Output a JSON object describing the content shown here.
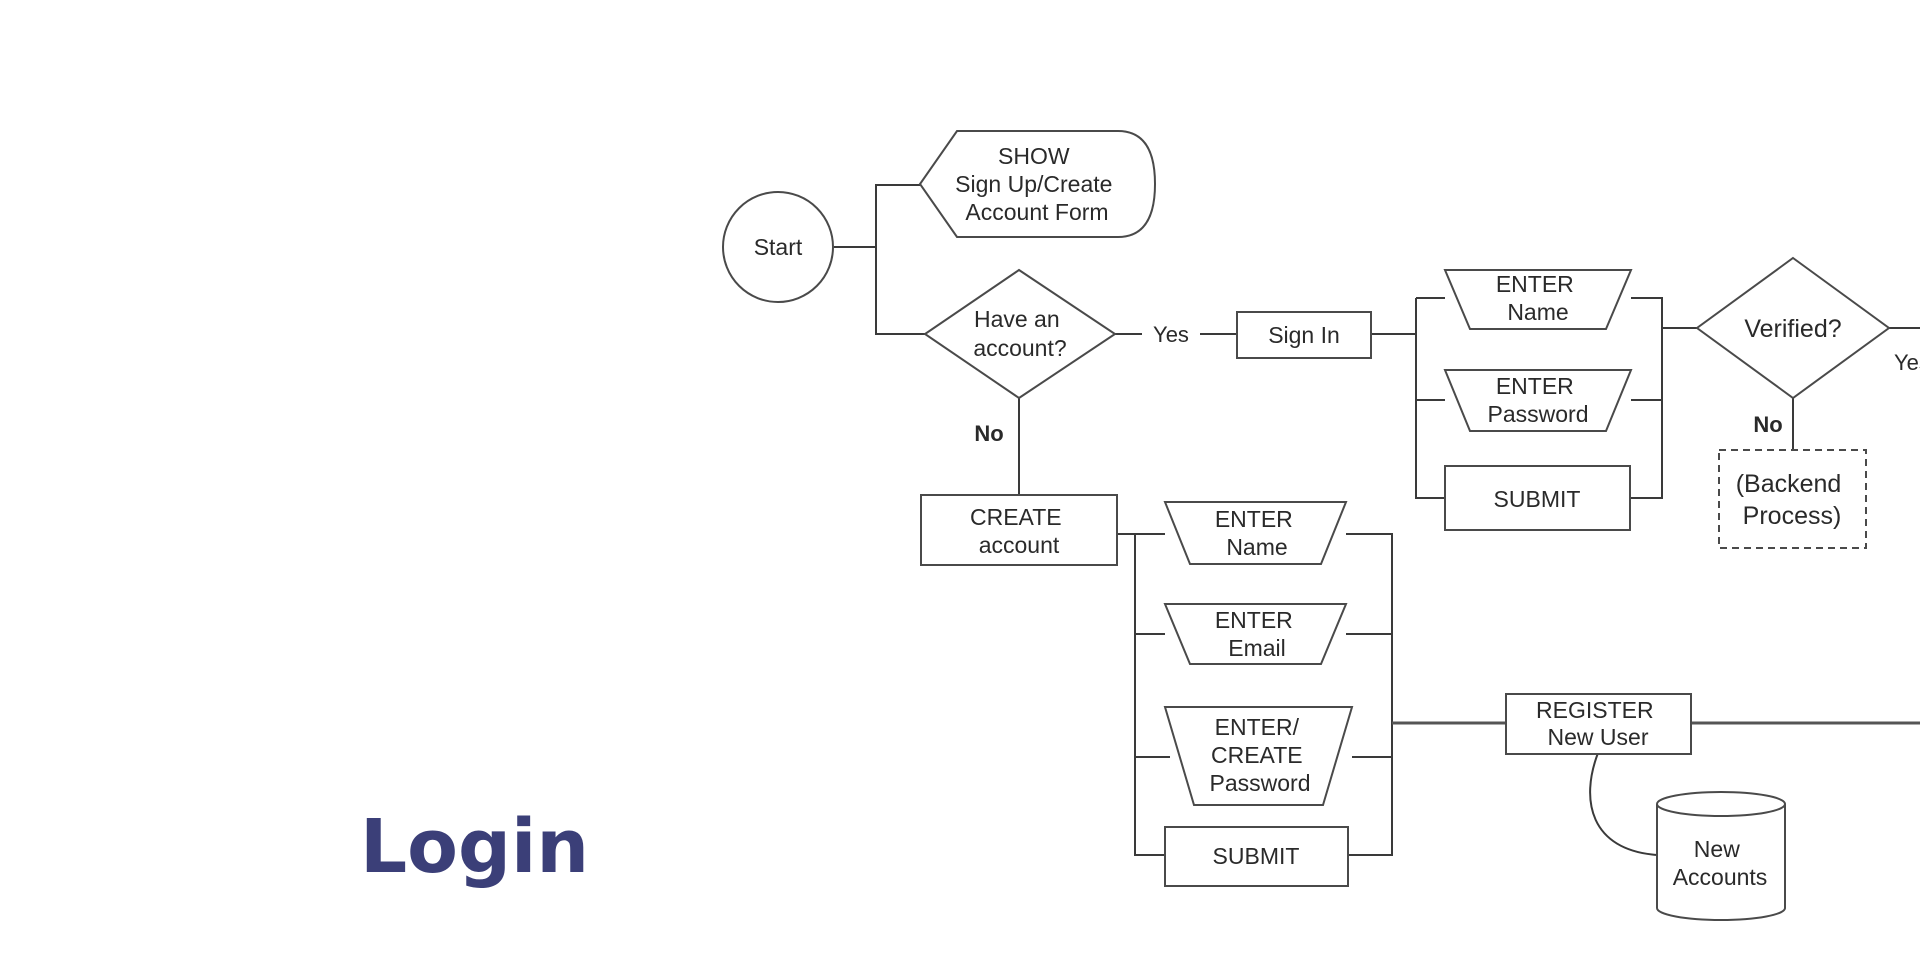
{
  "title": "Login",
  "title_color": "#3b3f78",
  "diagram": {
    "start": "Start",
    "show_form": [
      "SHOW",
      "Sign Up/Create",
      "Account Form"
    ],
    "have_account": [
      "Have an",
      "account?"
    ],
    "yes_label": "Yes",
    "no_label": "No",
    "sign_in": "Sign In",
    "signin_enter_name": [
      "ENTER",
      "Name"
    ],
    "signin_enter_password": [
      "ENTER",
      "Password"
    ],
    "signin_submit": "SUBMIT",
    "verified": "Verified?",
    "verified_yes": "Yes",
    "verified_no": "No",
    "backend_process": [
      "(Backend",
      "Process)"
    ],
    "create_account": [
      "CREATE",
      "account"
    ],
    "create_enter_name": [
      "ENTER",
      "Name"
    ],
    "create_enter_email": [
      "ENTER",
      "Email"
    ],
    "create_enter_password": [
      "ENTER/",
      "CREATE",
      "Password"
    ],
    "create_submit": "SUBMIT",
    "register": [
      "REGISTER",
      "New User"
    ],
    "new_accounts": [
      "New",
      "Accounts"
    ]
  }
}
